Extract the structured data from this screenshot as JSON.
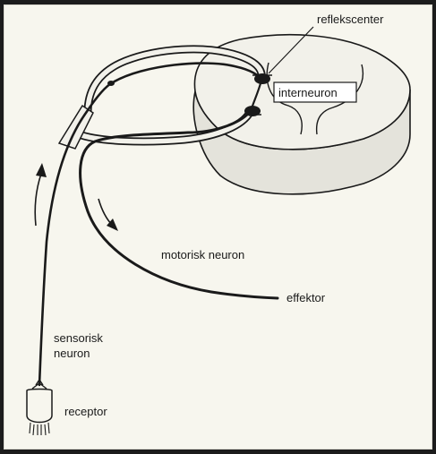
{
  "labels": {
    "reflex_center": "reflekscenter",
    "interneuron": "interneuron",
    "motor_neuron": "motorisk neuron",
    "effector": "effektor",
    "sensory_neuron_line1": "sensorisk",
    "sensory_neuron_line2": "neuron",
    "receptor": "receptor"
  },
  "colors": {
    "background": "#f7f6ee",
    "ink": "#1a1a1a",
    "cord_top": "#f2f1ea",
    "cord_side": "#e4e3db"
  }
}
